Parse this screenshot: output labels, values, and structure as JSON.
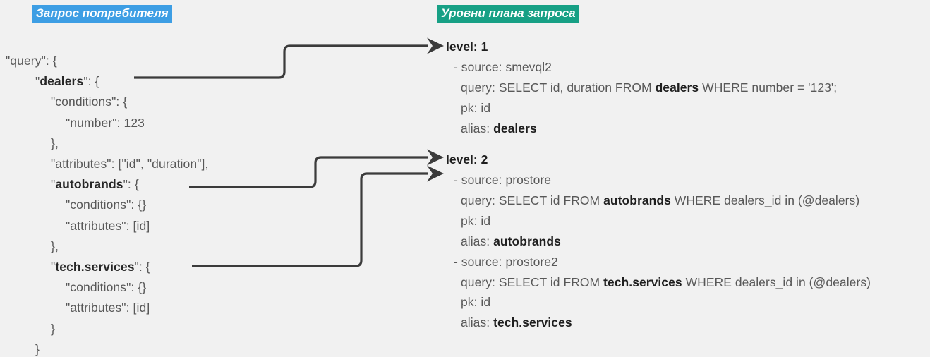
{
  "background_color": "#f1f1f1",
  "headings": {
    "consumer": {
      "text": "Запрос потребителя",
      "highlight_color": "#3d9ee4",
      "text_color": "#ffffff"
    },
    "plan": {
      "text": "Уровни плана запроса",
      "highlight_color": "#17a085",
      "text_color": "#ffffff"
    }
  },
  "consumer_query": {
    "lines": [
      {
        "indent": 0,
        "pre": "\"query\": {",
        "bold": "",
        "post": ""
      },
      {
        "indent": 1,
        "pre": "\"",
        "bold": "dealers",
        "post": "\": {"
      },
      {
        "indent": 2,
        "pre": "\"conditions\": {",
        "bold": "",
        "post": ""
      },
      {
        "indent": 3,
        "pre": "\"number\": 123",
        "bold": "",
        "post": ""
      },
      {
        "indent": 2,
        "pre": "},",
        "bold": "",
        "post": ""
      },
      {
        "indent": 2,
        "pre": "\"attributes\": [\"id\", \"duration\"],",
        "bold": "",
        "post": ""
      },
      {
        "indent": 2,
        "pre": "\"",
        "bold": "autobrands",
        "post": "\": {"
      },
      {
        "indent": 3,
        "pre": "\"conditions\": {}",
        "bold": "",
        "post": ""
      },
      {
        "indent": 3,
        "pre": "\"attributes\": [id]",
        "bold": "",
        "post": ""
      },
      {
        "indent": 2,
        "pre": "},",
        "bold": "",
        "post": ""
      },
      {
        "indent": 2,
        "pre": "\"",
        "bold": "tech.services",
        "post": "\": {"
      },
      {
        "indent": 3,
        "pre": "\"conditions\": {}",
        "bold": "",
        "post": ""
      },
      {
        "indent": 3,
        "pre": "\"attributes\": [id]",
        "bold": "",
        "post": ""
      },
      {
        "indent": 2,
        "pre": "}",
        "bold": "",
        "post": ""
      },
      {
        "indent": 1,
        "pre": "}",
        "bold": "",
        "post": ""
      }
    ]
  },
  "plan_levels": [
    {
      "level_label": "level: 1",
      "sources": [
        {
          "source_label": "- source: smevql2",
          "query_pre": "query: SELECT id, duration FROM ",
          "query_bold": "dealers",
          "query_post": " WHERE number = '123';",
          "pk_label": "pk: id",
          "alias_pre": "alias: ",
          "alias_bold": "dealers"
        }
      ]
    },
    {
      "level_label": "level: 2",
      "sources": [
        {
          "source_label": "- source: prostore",
          "query_pre": "query: SELECT id FROM ",
          "query_bold": "autobrands",
          "query_post": " WHERE dealers_id in (@dealers)",
          "pk_label": "pk: id",
          "alias_pre": "alias: ",
          "alias_bold": "autobrands"
        },
        {
          "source_label": "- source: prostore2",
          "query_pre": "query: SELECT id FROM ",
          "query_bold": "tech.services",
          "query_post": " WHERE dealers_id in (@dealers)",
          "pk_label": "pk: id",
          "alias_pre": "alias: ",
          "alias_bold": "tech.services"
        }
      ]
    }
  ],
  "connectors": [
    {
      "name": "dealers-to-level-1",
      "from": "dealers",
      "to": "level: 1",
      "color": "#3b3b3b"
    },
    {
      "name": "autobrands-to-level-2",
      "from": "autobrands",
      "to": "level: 2",
      "color": "#3b3b3b"
    },
    {
      "name": "tech-services-to-level-2",
      "from": "tech.services",
      "to": "level: 2",
      "color": "#3b3b3b"
    }
  ]
}
